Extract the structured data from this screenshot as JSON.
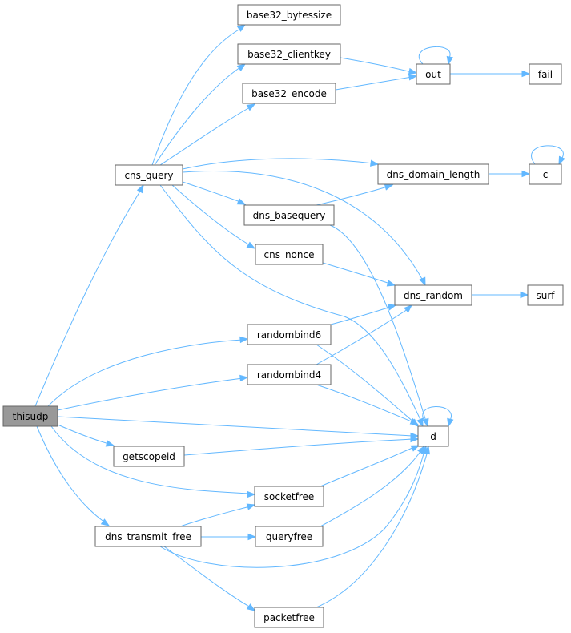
{
  "colors": {
    "edge": "#63b8ff",
    "node_border": "#666666",
    "root_fill": "#999999",
    "node_fill": "#ffffff"
  },
  "nodes": {
    "thisudp": "thisudp",
    "cns_query": "cns_query",
    "base32_bytessize": "base32_bytessize",
    "base32_clientkey": "base32_clientkey",
    "base32_encode": "base32_encode",
    "out": "out",
    "fail": "fail",
    "dns_domain_length": "dns_domain_length",
    "c": "c",
    "dns_basequery": "dns_basequery",
    "cns_nonce": "cns_nonce",
    "dns_random": "dns_random",
    "surf": "surf",
    "randombind6": "randombind6",
    "randombind4": "randombind4",
    "d": "d",
    "getscopeid": "getscopeid",
    "socketfree": "socketfree",
    "dns_transmit_free": "dns_transmit_free",
    "queryfree": "queryfree",
    "packetfree": "packetfree"
  }
}
